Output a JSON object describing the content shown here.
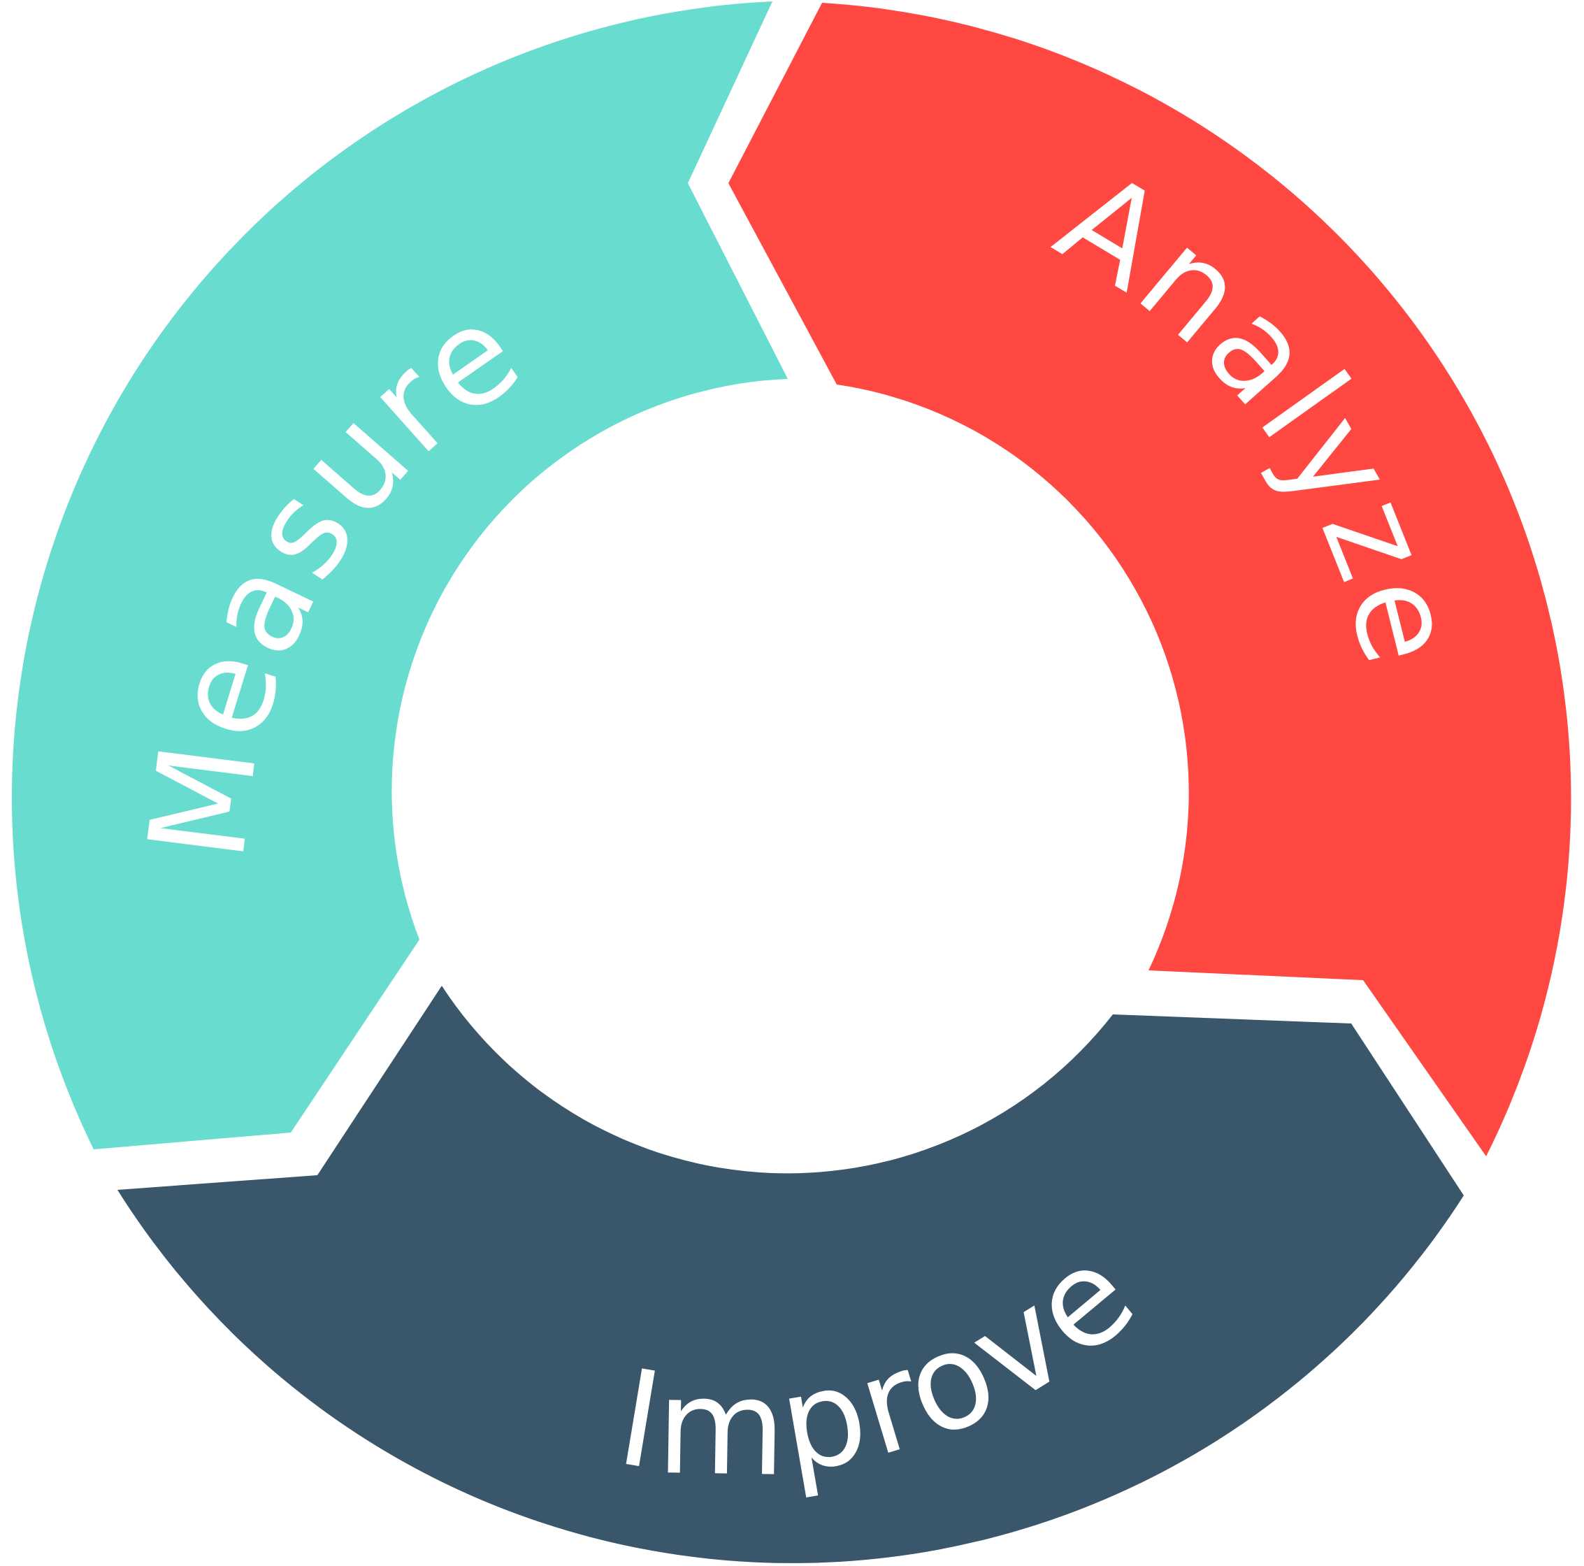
{
  "diagram": {
    "segments": [
      {
        "id": "measure",
        "label": "Measure",
        "color": "#67dccf"
      },
      {
        "id": "analyze",
        "label": "Analyze",
        "color": "#ff4841"
      },
      {
        "id": "improve",
        "label": "Improve",
        "color": "#39566a"
      }
    ],
    "label_color": "#ffffff",
    "background": "#ffffff"
  }
}
